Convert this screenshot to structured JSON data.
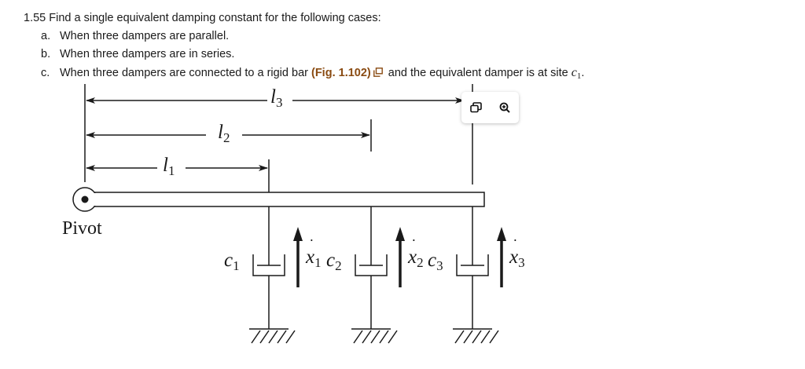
{
  "problem": {
    "number": "1.55",
    "prompt": "Find a single equivalent damping constant for the following cases:",
    "items": [
      {
        "label": "a.",
        "text": "When three dampers are parallel."
      },
      {
        "label": "b.",
        "text": "When three dampers are in series."
      },
      {
        "label": "c.",
        "text_before": "When three dampers are connected to a rigid bar",
        "figure_ref": "(Fig. 1.102)",
        "text_after": "and the equivalent damper is at site",
        "site_symbol": "c",
        "site_sub": "1",
        "end": "."
      }
    ]
  },
  "figure": {
    "pivot_label": "Pivot",
    "lengths": [
      {
        "symbol": "l",
        "sub": "1"
      },
      {
        "symbol": "l",
        "sub": "2"
      },
      {
        "symbol": "l",
        "sub": "3"
      }
    ],
    "dampers": [
      {
        "symbol": "c",
        "sub": "1",
        "velocity_symbol": "x",
        "velocity_sub": "1"
      },
      {
        "symbol": "c",
        "sub": "2",
        "velocity_symbol": "x",
        "velocity_sub": "2"
      },
      {
        "symbol": "c",
        "sub": "3",
        "velocity_symbol": "x",
        "velocity_sub": "3"
      }
    ]
  },
  "toolbar": {
    "icons": [
      "copy-icon",
      "zoom-in-icon"
    ]
  }
}
